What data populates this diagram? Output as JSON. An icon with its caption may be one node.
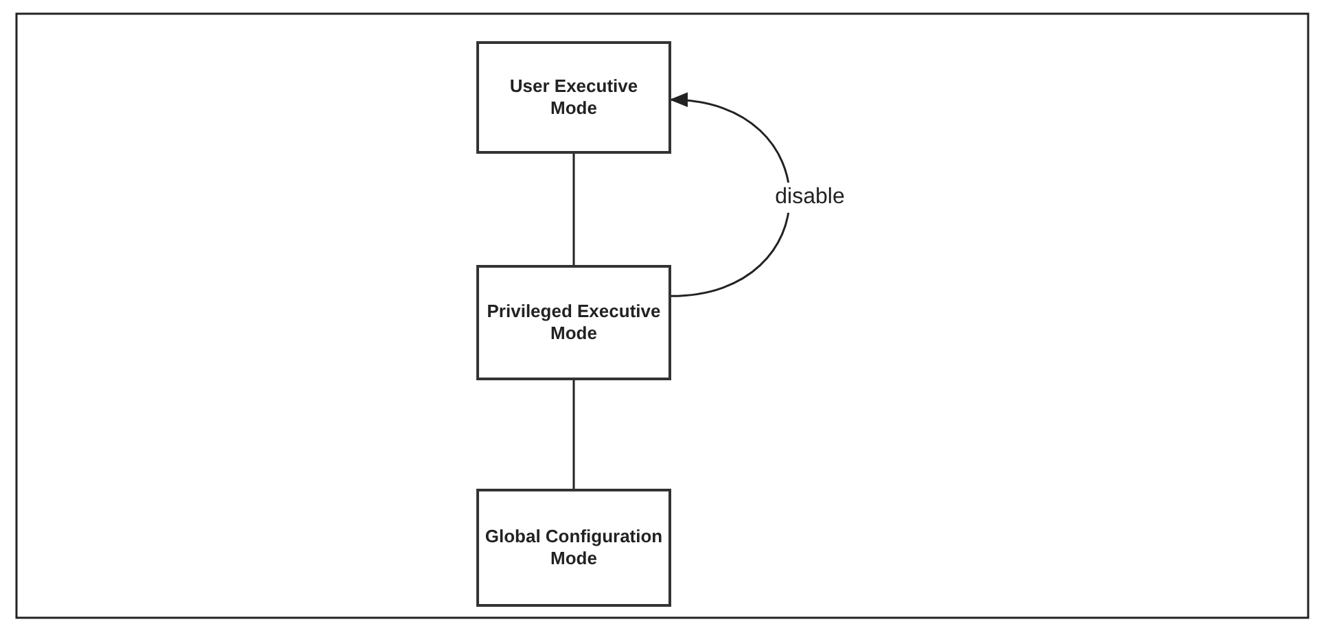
{
  "diagram": {
    "nodes": [
      {
        "text": [
          "User Executive Mode"
        ]
      },
      {
        "text": [
          "Privileged Executive Mode"
        ]
      },
      {
        "text": [
          "Global Configuration Mode"
        ]
      }
    ],
    "edges": [
      {
        "from": 0,
        "to": 1,
        "arrow": "none"
      },
      {
        "from": 1,
        "to": 2,
        "arrow": "none"
      },
      {
        "from": 1,
        "to": 0,
        "arrow": "to",
        "label": "disable"
      }
    ]
  }
}
